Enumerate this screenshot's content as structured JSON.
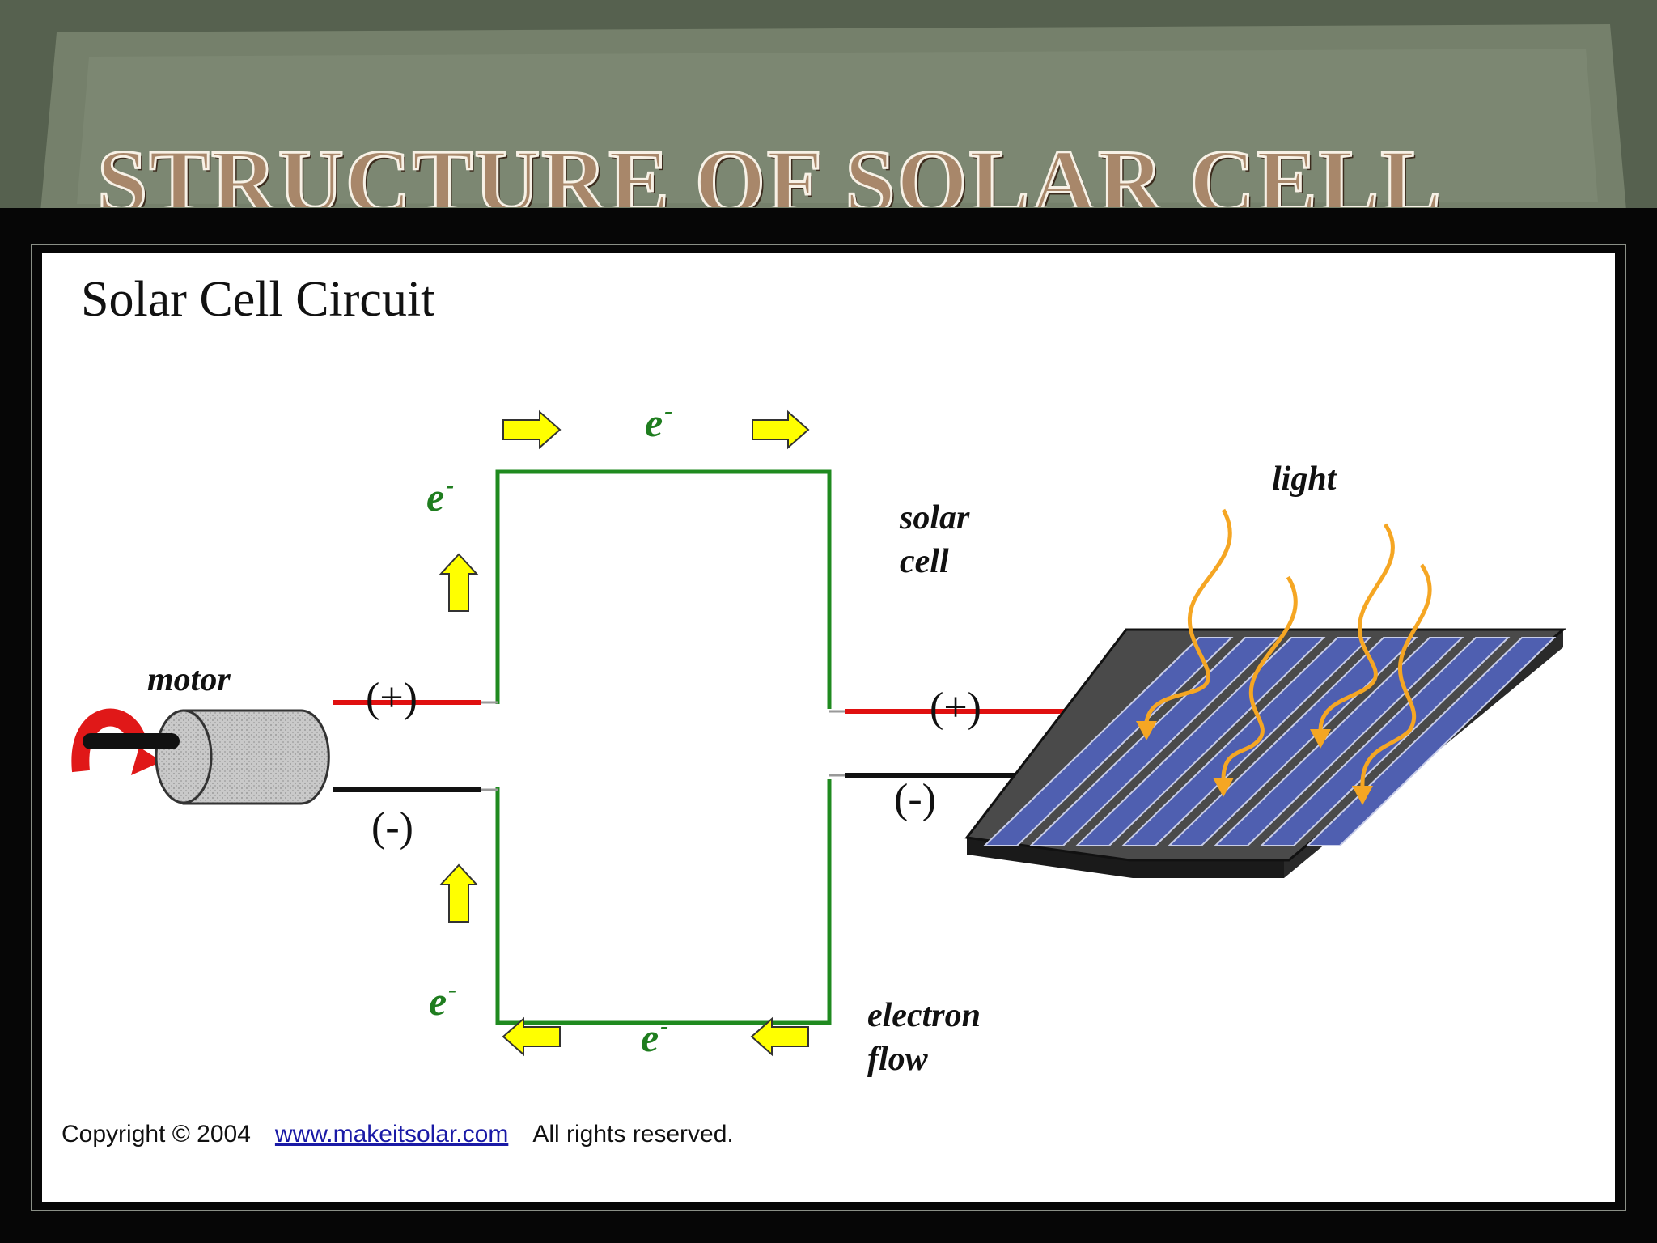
{
  "slide": {
    "title": "STRUCTURE OF SOLAR CELL"
  },
  "diagram": {
    "title": "Solar Cell Circuit",
    "labels": {
      "motor": "motor",
      "solar_cell_line1": "solar",
      "solar_cell_line2": "cell",
      "light": "light",
      "electron_flow_line1": "electron",
      "electron_flow_line2": "flow",
      "motor_plus": "(+)",
      "motor_minus": "(-)",
      "cell_plus": "(+)",
      "cell_minus": "(-)"
    },
    "electron_symbol": "e",
    "electron_charge": "-",
    "colors": {
      "wire_green": "#1f8a1f",
      "wire_red": "#e01010",
      "wire_black": "#111111",
      "arrow_yellow": "#ffff00",
      "light_orange": "#f5a623",
      "panel_blue": "#4f5fb0",
      "rotation_red": "#e01818"
    }
  },
  "footer": {
    "copyright": "Copyright © 2004",
    "link": "www.makeitsolar.com",
    "rights": "All rights reserved."
  }
}
